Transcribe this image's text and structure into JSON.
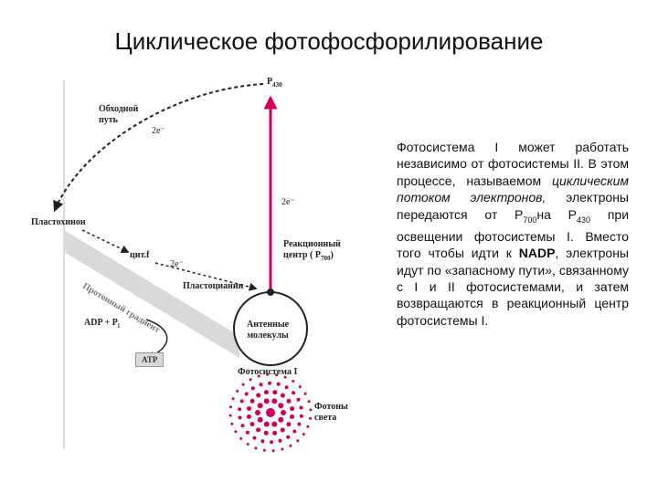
{
  "title": "Циклическое фотофосфорилирование",
  "diagram": {
    "p430_label": "P",
    "p430_sub": "430",
    "bypass_label_line1": "Обходной",
    "bypass_label_line2": "путь",
    "e_top": "2e⁻",
    "e_mid": "2e⁻",
    "e_low": "2e⁻",
    "plastoquinone": "Пластохинон",
    "cytf": "цит.f",
    "gradient": "Протонный градиент",
    "plastocyanin": "Пластоцианин",
    "reaction_center_line1": "Реакционный",
    "reaction_center_line2": "центр ( P",
    "reaction_center_sub": "700",
    "reaction_center_close": ")",
    "adp": "ADP + P",
    "adp_sub": "i",
    "atp": "ATP",
    "antenna_line1": "Антенные",
    "antenna_line2": "молекулы",
    "photosystem": "Фотосистема I",
    "photons_line1": "Фотоны",
    "photons_line2": "света",
    "colors": {
      "accent": "#d0005a",
      "line": "#222222",
      "band": "#d9d9d9"
    }
  },
  "paragraph": {
    "part1": "Фотосистема I может работать независимо от фотосистемы II. В этом процессе, называемом ",
    "italic": "циклическим потоком электронов,",
    "part2": " электроны передаются от Р",
    "sub700": "700",
    "part3": "на Р",
    "sub430": "430",
    "part4": " при освещении фотосистемы I. Вместо того чтобы идти к ",
    "nadp": "NADP",
    "part5": ", электроны идут по «запасному пути», связанному с I и II фотосистемами, и затем возвращаются в реакционный центр фотосистемы I."
  }
}
